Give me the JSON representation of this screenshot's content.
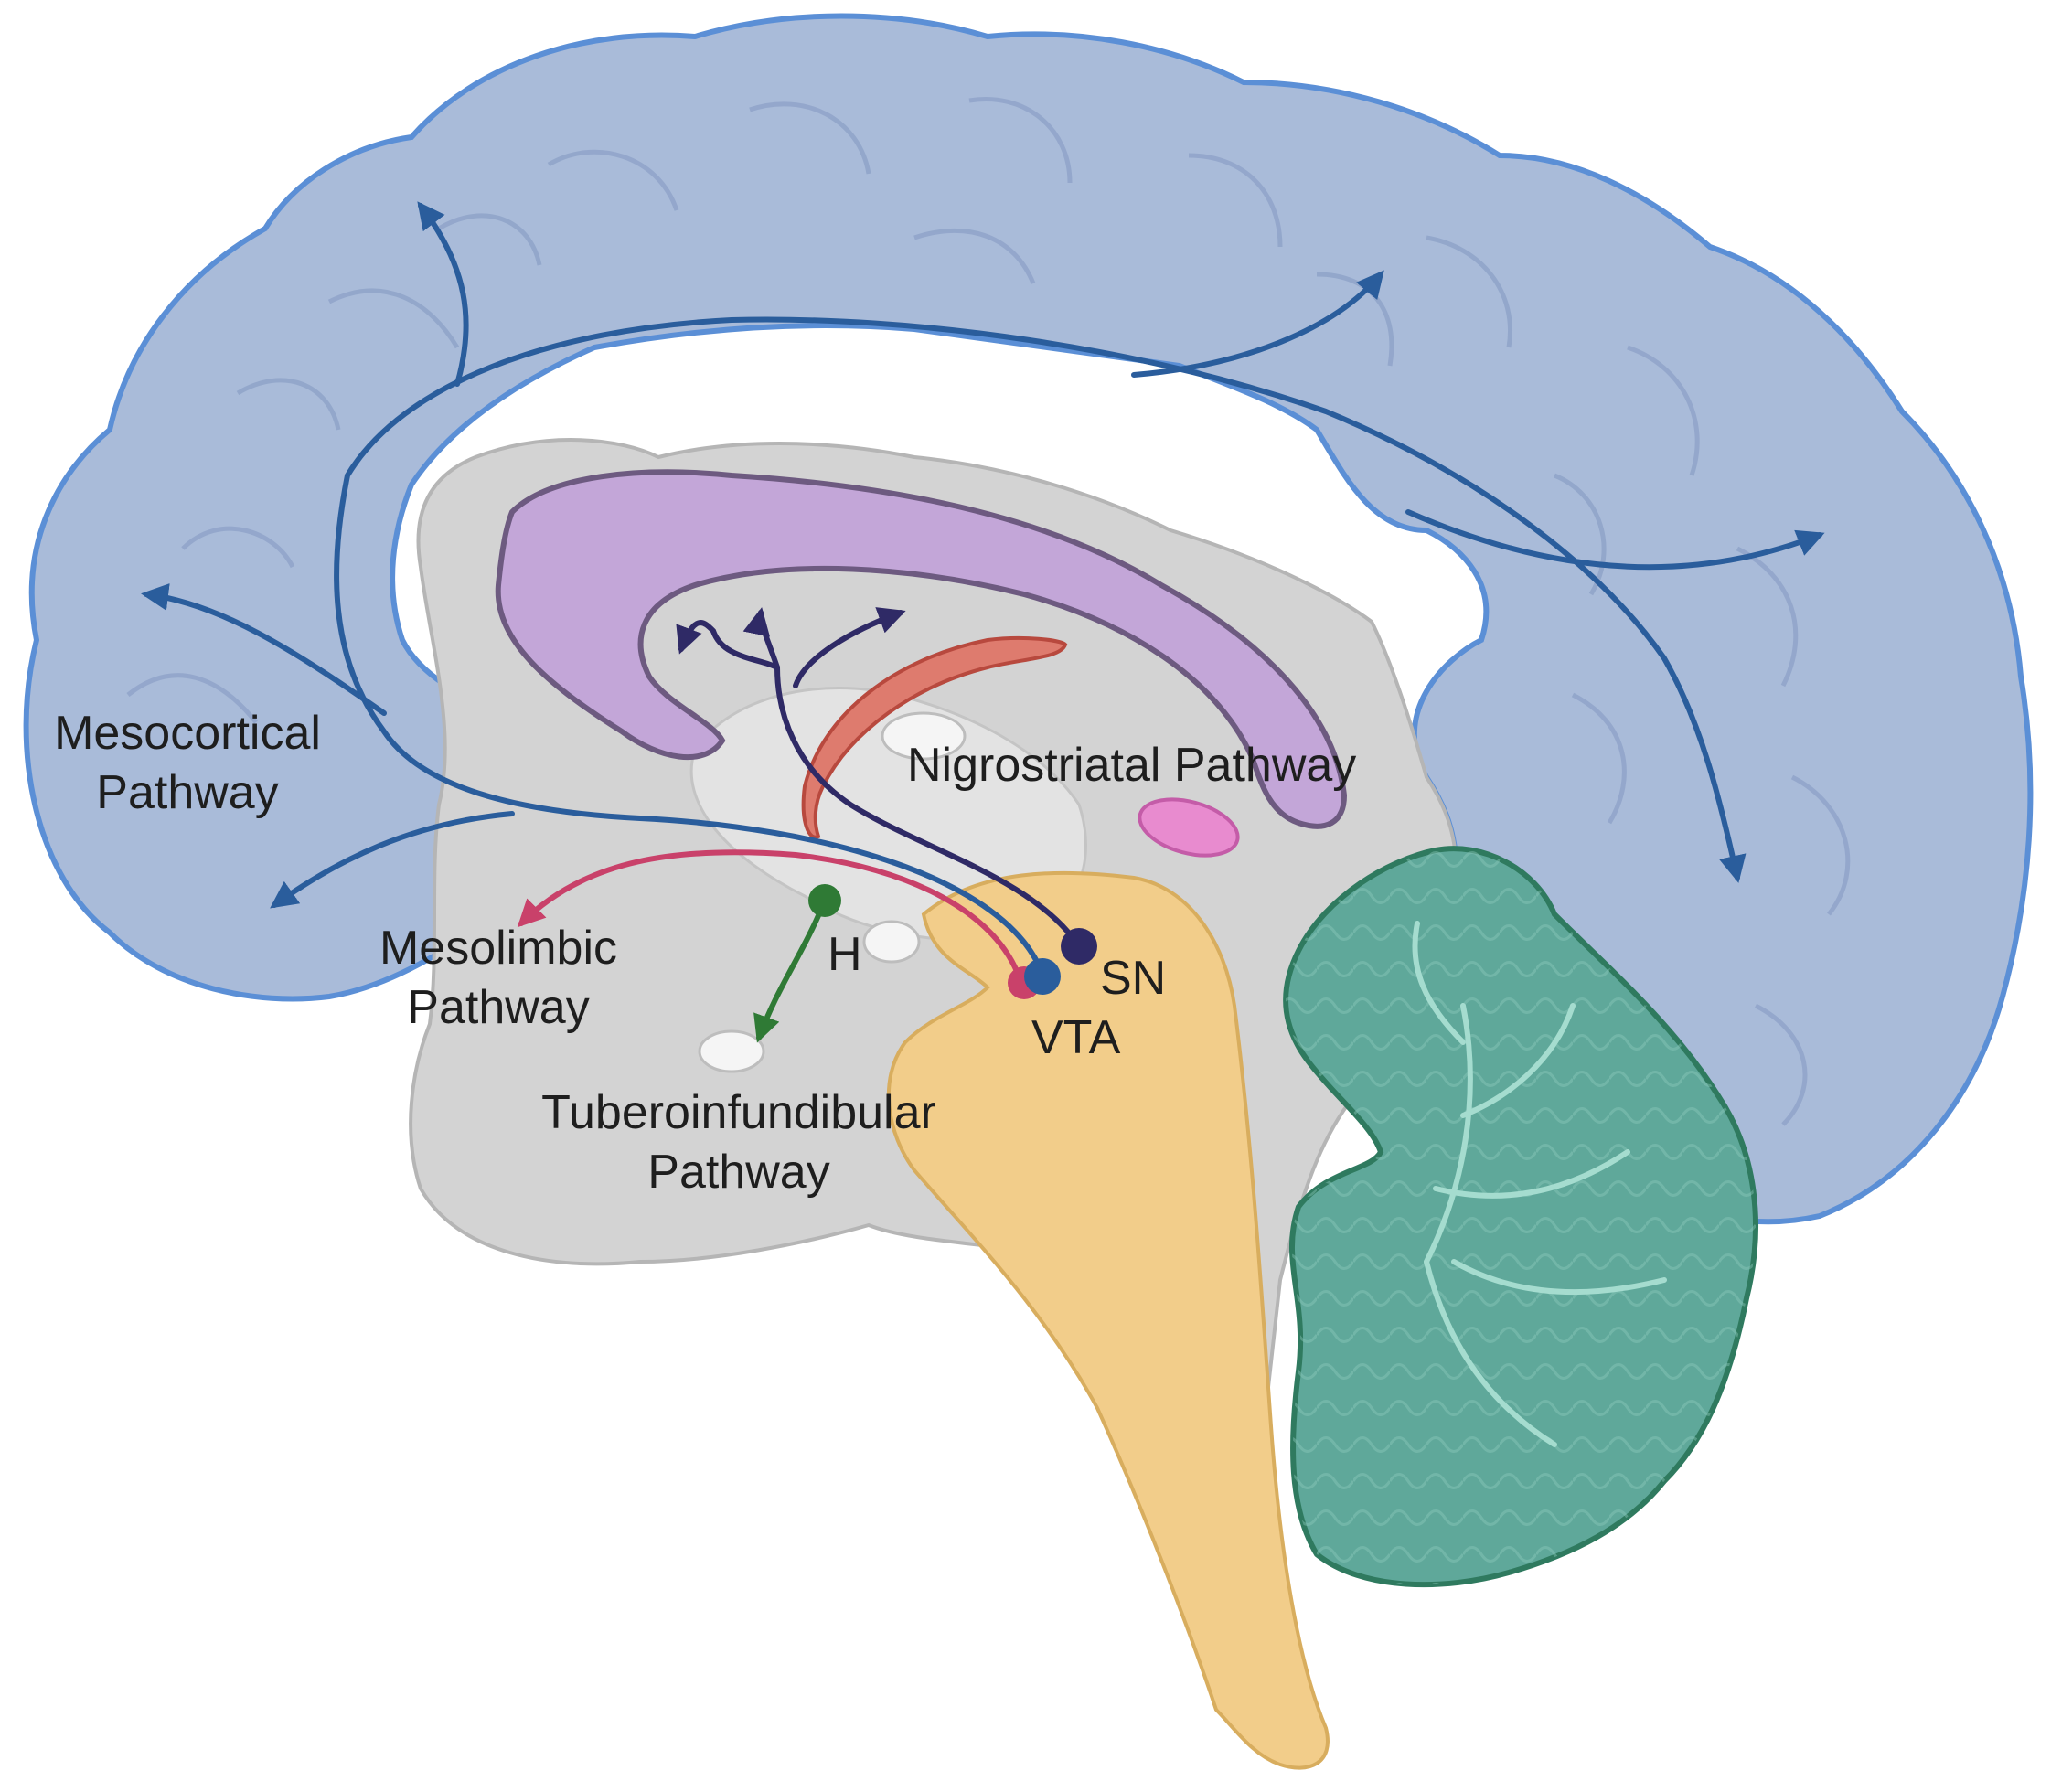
{
  "labels": {
    "mesocortical": {
      "line1": "Mesocortical",
      "line2": "Pathway"
    },
    "mesolimbic": {
      "line1": "Mesolimbic",
      "line2": "Pathway"
    },
    "tuberoinfundibular": {
      "line1": "Tuberoinfundibular",
      "line2": "Pathway"
    },
    "nigrostriatal": "Nigrostriatal Pathway",
    "sn": "SN",
    "vta": "VTA",
    "h": "H"
  },
  "colors": {
    "cortex_fill": "#a9bbd9",
    "cortex_outline": "#5b8fd6",
    "inner_gray": "#d3d3d3",
    "corpus_callosum": "#c3a6d8",
    "striatum_red": "#de7b6e",
    "pink_nucleus": "#e88bcf",
    "brainstem": "#f2cd8a",
    "cerebellum": "#5fa89a",
    "mesocortical": "#2a5d9c",
    "mesolimbic": "#c9416a",
    "nigrostriatal": "#2f2a66",
    "tuberoinfundibular": "#2f7a35"
  }
}
